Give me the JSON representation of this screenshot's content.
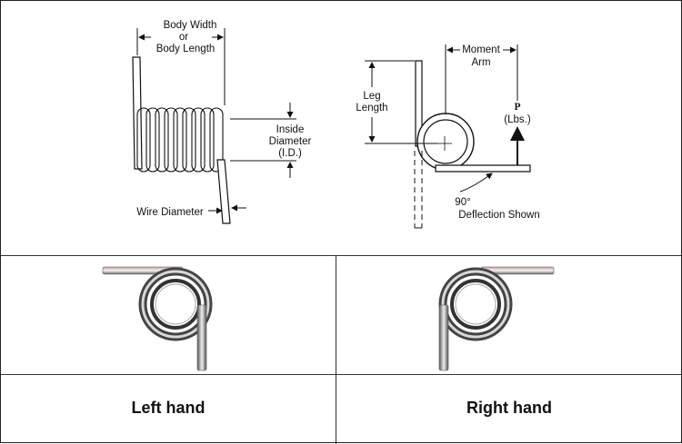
{
  "top_diagram": {
    "body_width": [
      "Body Width",
      "or",
      "Body Length"
    ],
    "inside_diameter": [
      "Inside",
      "Diameter",
      "(I.D.)"
    ],
    "wire_diameter": "Wire Diameter",
    "leg_length": [
      "Leg",
      "Length"
    ],
    "moment_arm": [
      "Moment",
      "Arm"
    ],
    "force": [
      "P",
      "(Lbs.)"
    ],
    "deflection": [
      "90°",
      "Deflection Shown"
    ]
  },
  "cells": [
    {
      "label": "Left hand"
    },
    {
      "label": "Right hand"
    }
  ],
  "colors": {
    "line": "#111111",
    "spring_dark": "#333333",
    "spring_mid": "#9a9a9a",
    "spring_light": "#e8e8e8",
    "spring_edge": "#c8a0a0"
  }
}
